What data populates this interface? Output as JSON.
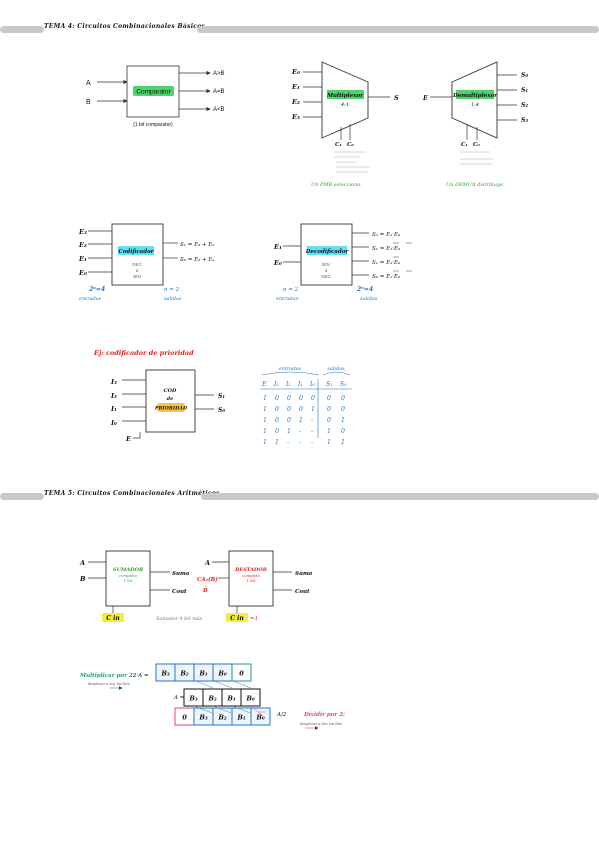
{
  "section4": {
    "title": "TEMA 4: Circuitos Combinacionales Básicos."
  },
  "section5": {
    "title": "TEMA 5: Circuitos Combinacionales Aritméticos."
  },
  "comparator": {
    "inputs": [
      "A",
      "B"
    ],
    "label": "Comparator",
    "caption": "(1 bit comparator)",
    "outputs": [
      "A>B",
      "A=B",
      "A<B"
    ]
  },
  "mux": {
    "inputs": [
      "E₀",
      "E₁",
      "E₂",
      "E₃"
    ],
    "label": "Multiplexor",
    "sub": "4:1",
    "output": "S",
    "controls": [
      "C₁",
      "C₀"
    ],
    "note": "Un PMB selecciona."
  },
  "demux": {
    "input": "E",
    "label": "Demultiplexor",
    "sub": "1:4",
    "outputs": [
      "S₀",
      "S₁",
      "S₂",
      "S₃"
    ],
    "controls": [
      "C₁",
      "C₀"
    ],
    "note": "Un DEMUX distribuye."
  },
  "encoder": {
    "inputs": [
      "E₃",
      "E₂",
      "E₁",
      "E₀"
    ],
    "label": "Codificador",
    "inner": [
      "DEC",
      "a",
      "BIN"
    ],
    "outputs": [
      "S₁ = E₃ + E₂",
      "S₀ = E₃ + E₁"
    ],
    "left_count": "2ⁿ=4",
    "left_caption": "entradas",
    "right_count": "n = 2",
    "right_caption": "salidas"
  },
  "decoder": {
    "inputs": [
      "E₁",
      "E₀"
    ],
    "label": "Decodificador",
    "inner": [
      "BIN",
      "a",
      "DEC"
    ],
    "outputs": [
      "S₃ = E₁·E₀",
      "S₂ = E₁·E₀",
      "S₁ = E₁·E₀",
      "S₀ = E₁·E₀"
    ],
    "left_count": "n = 2",
    "left_caption": "entradas",
    "right_count": "2ⁿ=4",
    "right_caption": "salidas"
  },
  "priority": {
    "heading": "Ej: codificador de prioridad",
    "inputs": [
      "I₃",
      "I₂",
      "I₁",
      "I₀"
    ],
    "enable": "E",
    "label_top": "COD",
    "label_mid": "de",
    "label_bottom": "PRIORIDAD",
    "outputs": [
      "S₁",
      "S₀"
    ],
    "table": {
      "group_in": "entradas",
      "group_out": "salidas",
      "headers": [
        "E",
        "I₃",
        "I₂",
        "I₁",
        "I₀",
        "S₁",
        "S₀"
      ],
      "rows": [
        [
          "1",
          "0",
          "0",
          "0",
          "0",
          "0",
          "0"
        ],
        [
          "1",
          "0",
          "0",
          "0",
          "1",
          "0",
          "0"
        ],
        [
          "1",
          "0",
          "0",
          "1",
          "-",
          "0",
          "1"
        ],
        [
          "1",
          "0",
          "1",
          "-",
          "-",
          "1",
          "0"
        ],
        [
          "1",
          "1",
          "-",
          "-",
          "-",
          "1",
          "1"
        ]
      ]
    }
  },
  "adder": {
    "inputs": [
      "A",
      "B"
    ],
    "label": "SUMADOR",
    "sub": "completo",
    "sub2": "1 bit",
    "out_sum": "Suma",
    "out_carry": "Cout",
    "carry_in": "C in"
  },
  "subtractor": {
    "inputs": [
      "A",
      "CA₂(B)"
    ],
    "extra": "B̄",
    "label": "RESTADOR",
    "sub": "completo",
    "sub2": "1 bit",
    "out_sum": "Suma",
    "out_carry": "Cout",
    "carry_in": "C in",
    "carry_in_value": "=1",
    "note": "Sumador 4 bit más"
  },
  "shift": {
    "mult_heading": "Multiplicar por 2:",
    "mult_expr": "2·A =",
    "mult_note": "desplazar a izq. los bits",
    "mult_row": [
      "B₃",
      "B₂",
      "B₁",
      "B₀",
      "0"
    ],
    "a_label": "A =",
    "a_row": [
      "B₃",
      "B₂",
      "B₁",
      "B₀"
    ],
    "div_row": [
      "0",
      "B₃",
      "B₂",
      "B₁",
      "B₀"
    ],
    "div_expr": "A/2",
    "div_heading": "Dividir por 2:",
    "div_note": "desplazar a der. los bits"
  },
  "colors": {
    "green": "#4ed36a",
    "cyan": "#5fe0f3",
    "orange": "#f8c24a",
    "yellow": "#f4ee3b",
    "blue": "#1d76c9",
    "red": "#e0261f",
    "magenta": "#e73a8f",
    "teal": "#1a9c74"
  }
}
